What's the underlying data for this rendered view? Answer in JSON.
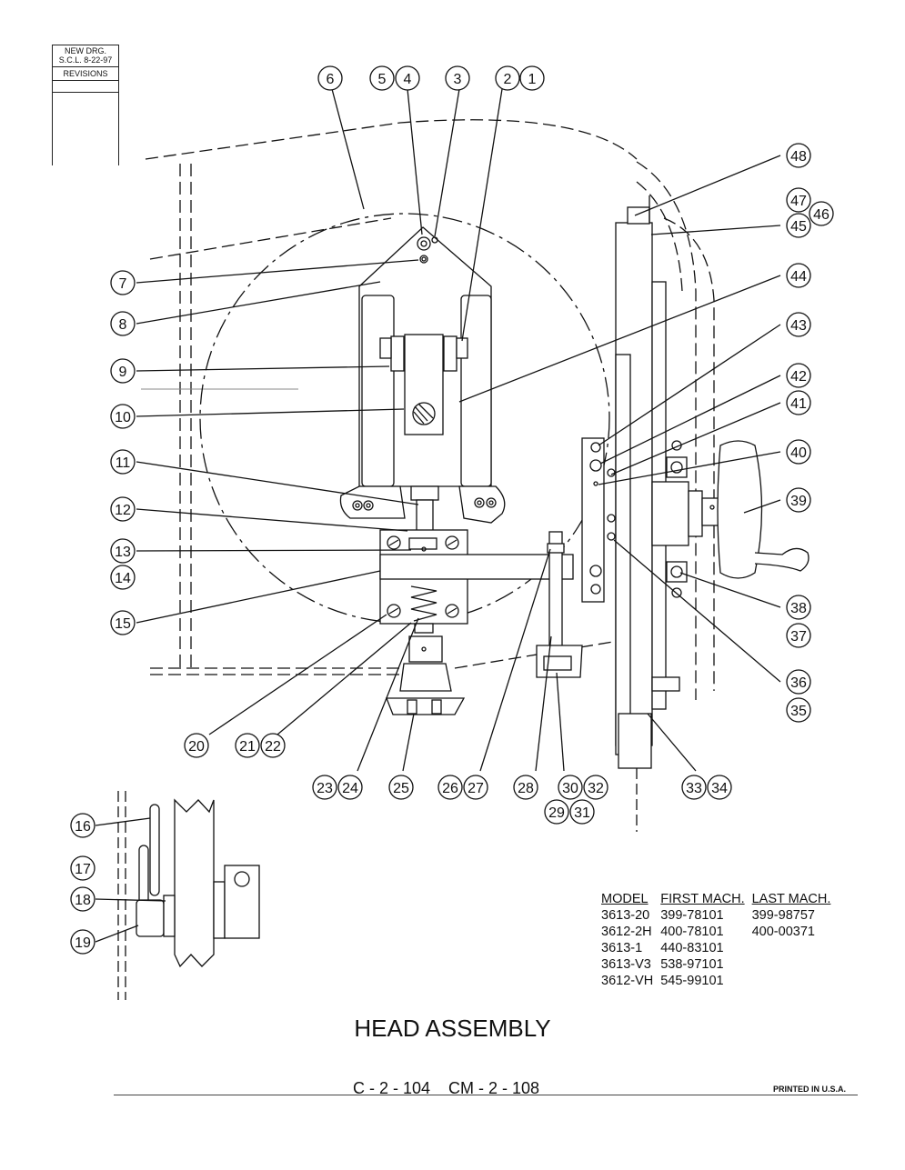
{
  "revision_block": {
    "line1": "NEW DRG.",
    "line2": "S.C.L.  8-22-97",
    "line3": "REVISIONS"
  },
  "callouts": [
    "1",
    "2",
    "3",
    "4",
    "5",
    "6",
    "7",
    "8",
    "9",
    "10",
    "11",
    "12",
    "13",
    "14",
    "15",
    "16",
    "17",
    "18",
    "19",
    "20",
    "21",
    "22",
    "23",
    "24",
    "25",
    "26",
    "27",
    "28",
    "29",
    "30",
    "31",
    "32",
    "33",
    "34",
    "35",
    "36",
    "37",
    "38",
    "39",
    "40",
    "41",
    "42",
    "43",
    "44",
    "45",
    "46",
    "47",
    "48"
  ],
  "model_table": {
    "headers": [
      "MODEL",
      "FIRST MACH.",
      "LAST MACH."
    ],
    "rows": [
      [
        "3613-20",
        "399-78101",
        "399-98757"
      ],
      [
        "3612-2H",
        "400-78101",
        "400-00371"
      ],
      [
        "3613-1",
        "440-83101",
        ""
      ],
      [
        "3613-V3",
        "538-97101",
        ""
      ],
      [
        "3612-VH",
        "545-99101",
        ""
      ]
    ]
  },
  "title": "HEAD ASSEMBLY",
  "footer": {
    "codes": "C - 2 - 104    CM - 2 - 108",
    "printed": "PRINTED IN U.S.A."
  }
}
